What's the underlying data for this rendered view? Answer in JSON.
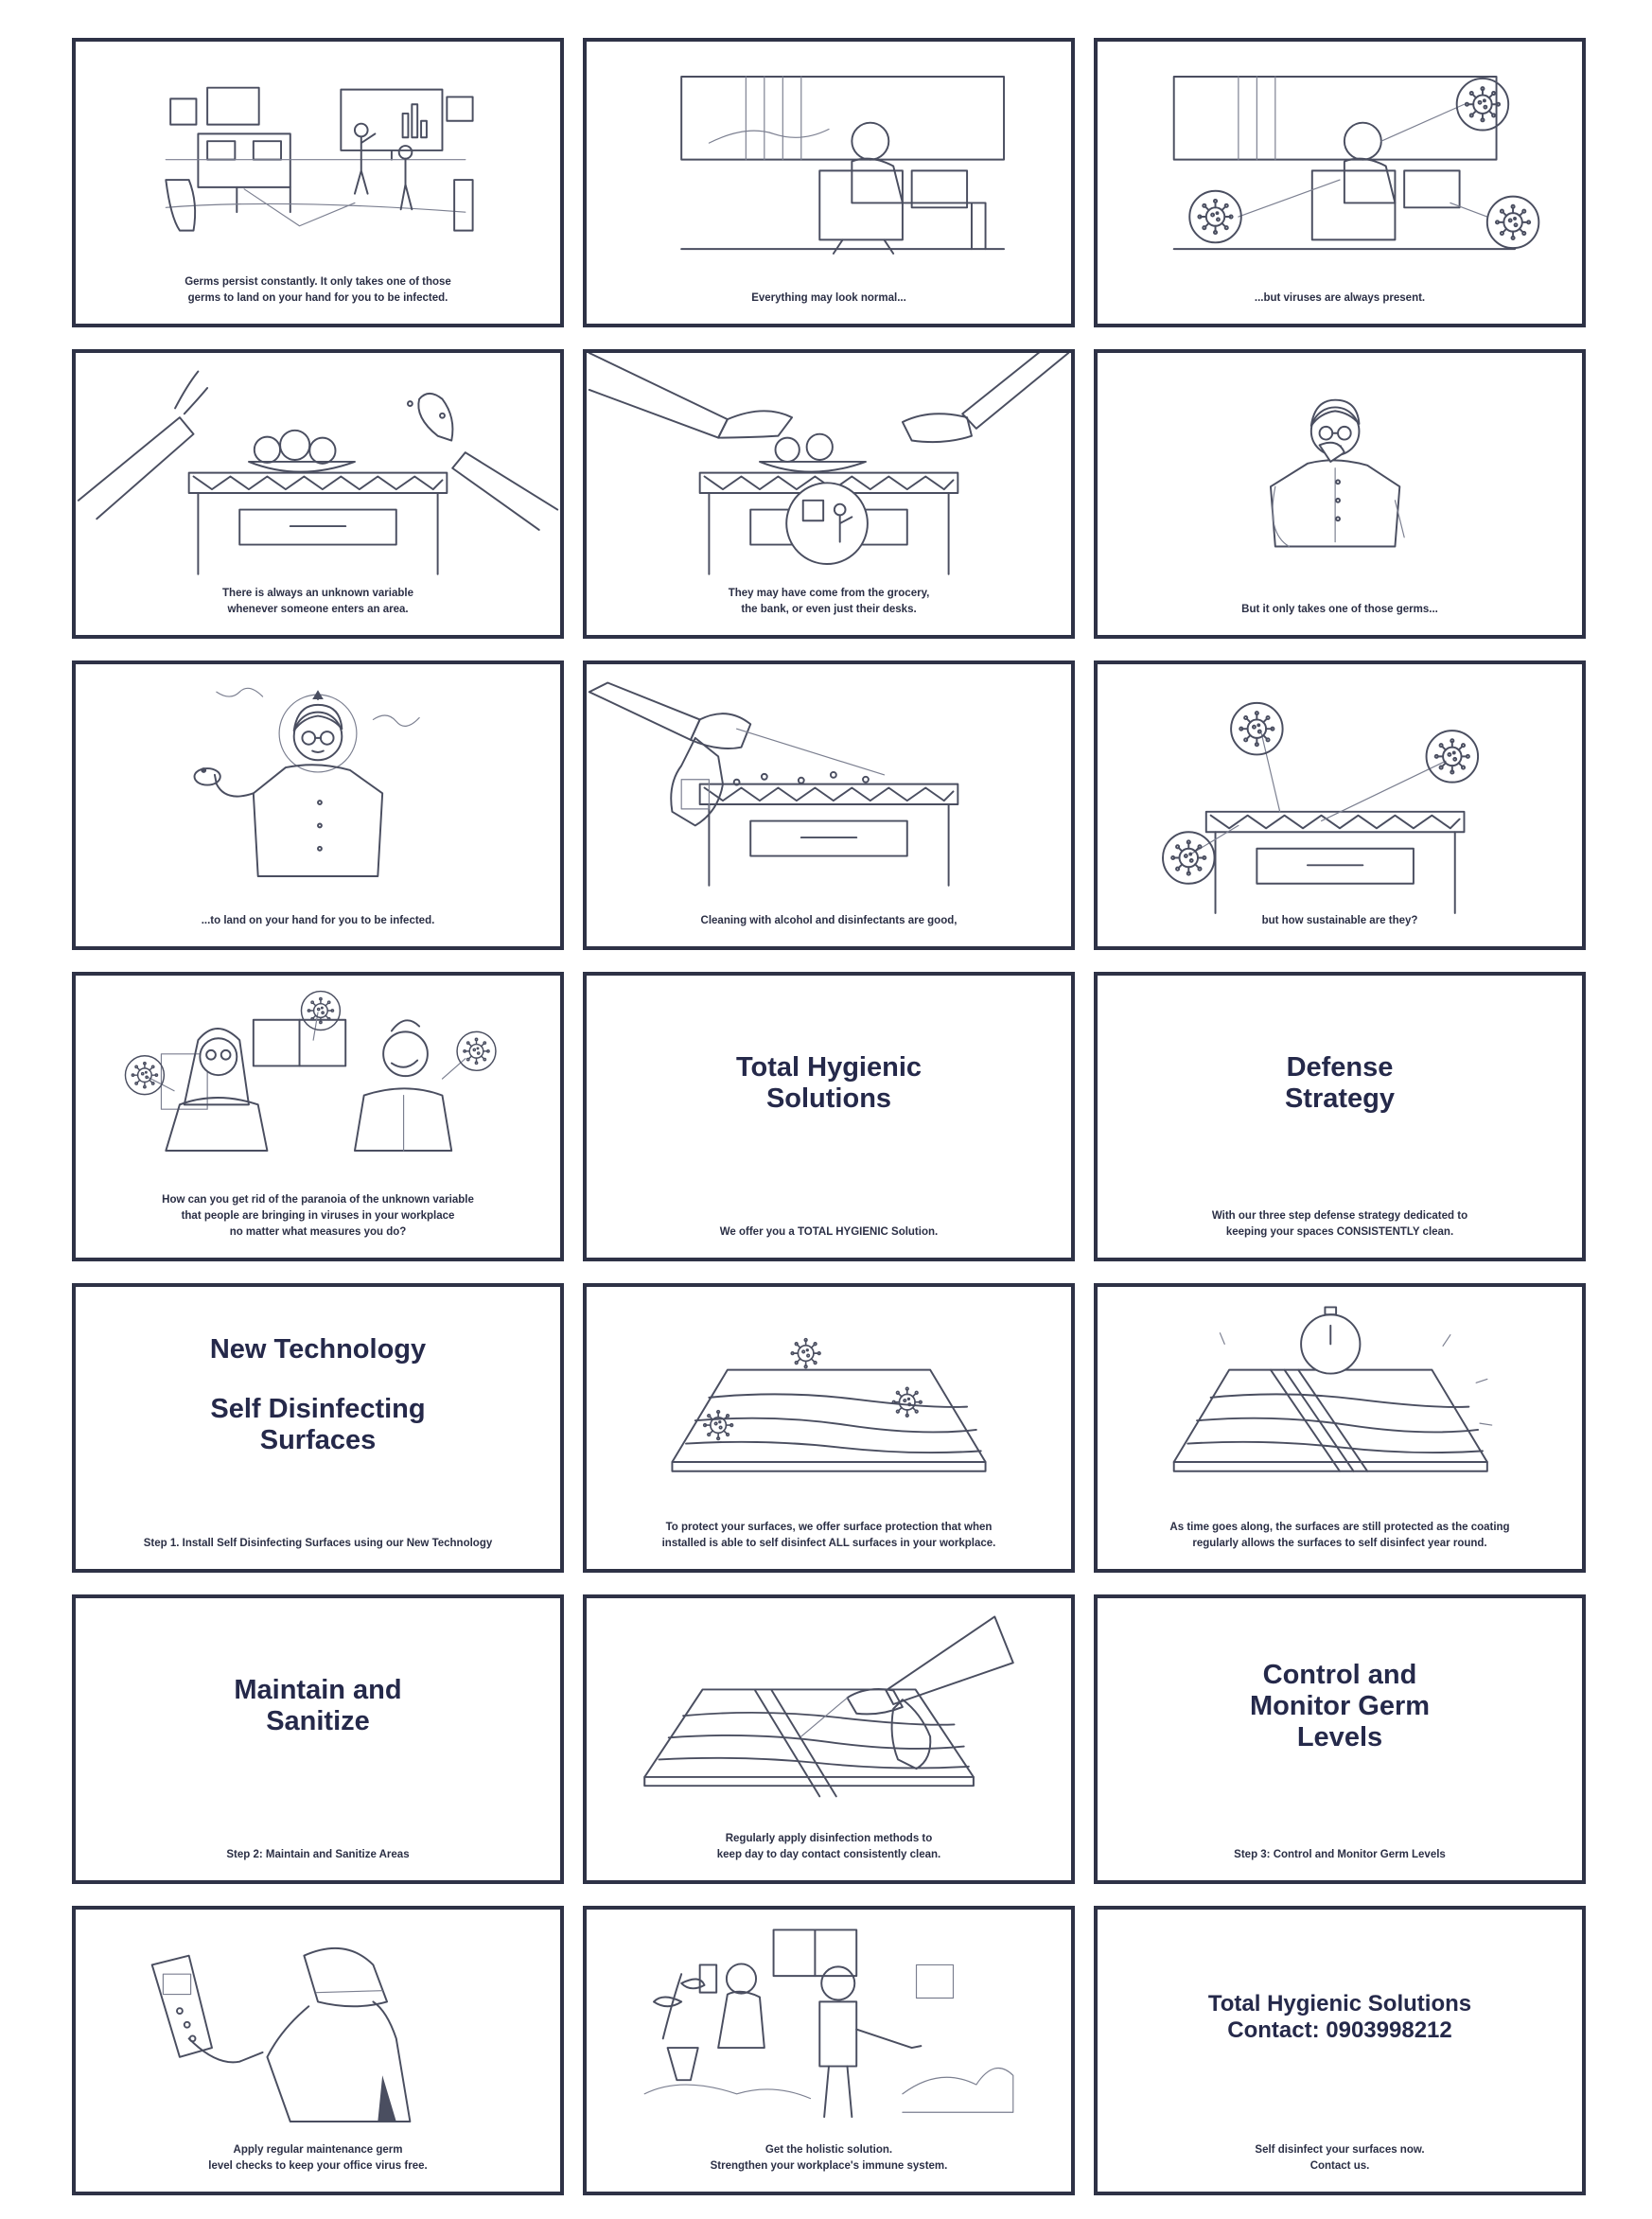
{
  "panels": [
    {
      "id": 1,
      "caption": "Germs persist constantly. It only takes one of those\ngerms to land on your hand for you to be infected."
    },
    {
      "id": 2,
      "caption": "Everything may look normal..."
    },
    {
      "id": 3,
      "caption": "...but viruses are always present."
    },
    {
      "id": 4,
      "caption": "There is always an unknown variable\nwhenever someone enters an area."
    },
    {
      "id": 5,
      "caption": "They may have come from the grocery,\nthe bank, or even just their desks."
    },
    {
      "id": 6,
      "caption": "But it only takes one of those germs..."
    },
    {
      "id": 7,
      "caption": "...to land on your hand for you to be infected."
    },
    {
      "id": 8,
      "caption": "Cleaning with alcohol and disinfectants are good,"
    },
    {
      "id": 9,
      "caption": "but how sustainable are they?"
    },
    {
      "id": 10,
      "caption": "How can you get rid of the paranoia of the unknown variable\nthat people are bringing in viruses in your workplace\nno matter what measures you do?"
    },
    {
      "id": 11,
      "title": "Total Hygienic\nSolutions",
      "caption": "We offer you a TOTAL HYGIENIC Solution."
    },
    {
      "id": 12,
      "title": "Defense\nStrategy",
      "caption": "With our three step defense strategy dedicated to\nkeeping your spaces CONSISTENTLY clean."
    },
    {
      "id": 13,
      "title": "New Technology",
      "subtitle": "Self Disinfecting\nSurfaces",
      "caption": "Step 1. Install Self Disinfecting Surfaces using our New Technology"
    },
    {
      "id": 14,
      "caption": "To protect your surfaces, we offer surface protection that when\ninstalled is able to self disinfect ALL surfaces in your workplace."
    },
    {
      "id": 15,
      "caption": "As time goes along, the surfaces are still protected as the coating\nregularly allows the surfaces to self disinfect year round."
    },
    {
      "id": 16,
      "title": "Maintain and\nSanitize",
      "caption": "Step 2: Maintain and Sanitize Areas"
    },
    {
      "id": 17,
      "caption": "Regularly apply disinfection methods to\nkeep day to day contact consistently clean."
    },
    {
      "id": 18,
      "title": "Control and\nMonitor Germ\nLevels",
      "caption": "Step 3:  Control and Monitor Germ Levels"
    },
    {
      "id": 19,
      "caption": "Apply regular maintenance germ\nlevel checks to keep your office virus free."
    },
    {
      "id": 20,
      "caption": "Get the holistic solution.\nStrengthen your workplace's immune system."
    },
    {
      "id": 21,
      "title": "Total Hygienic Solutions\nContact: 0903998212",
      "caption": "Self disinfect your surfaces now.\nContact us."
    }
  ]
}
